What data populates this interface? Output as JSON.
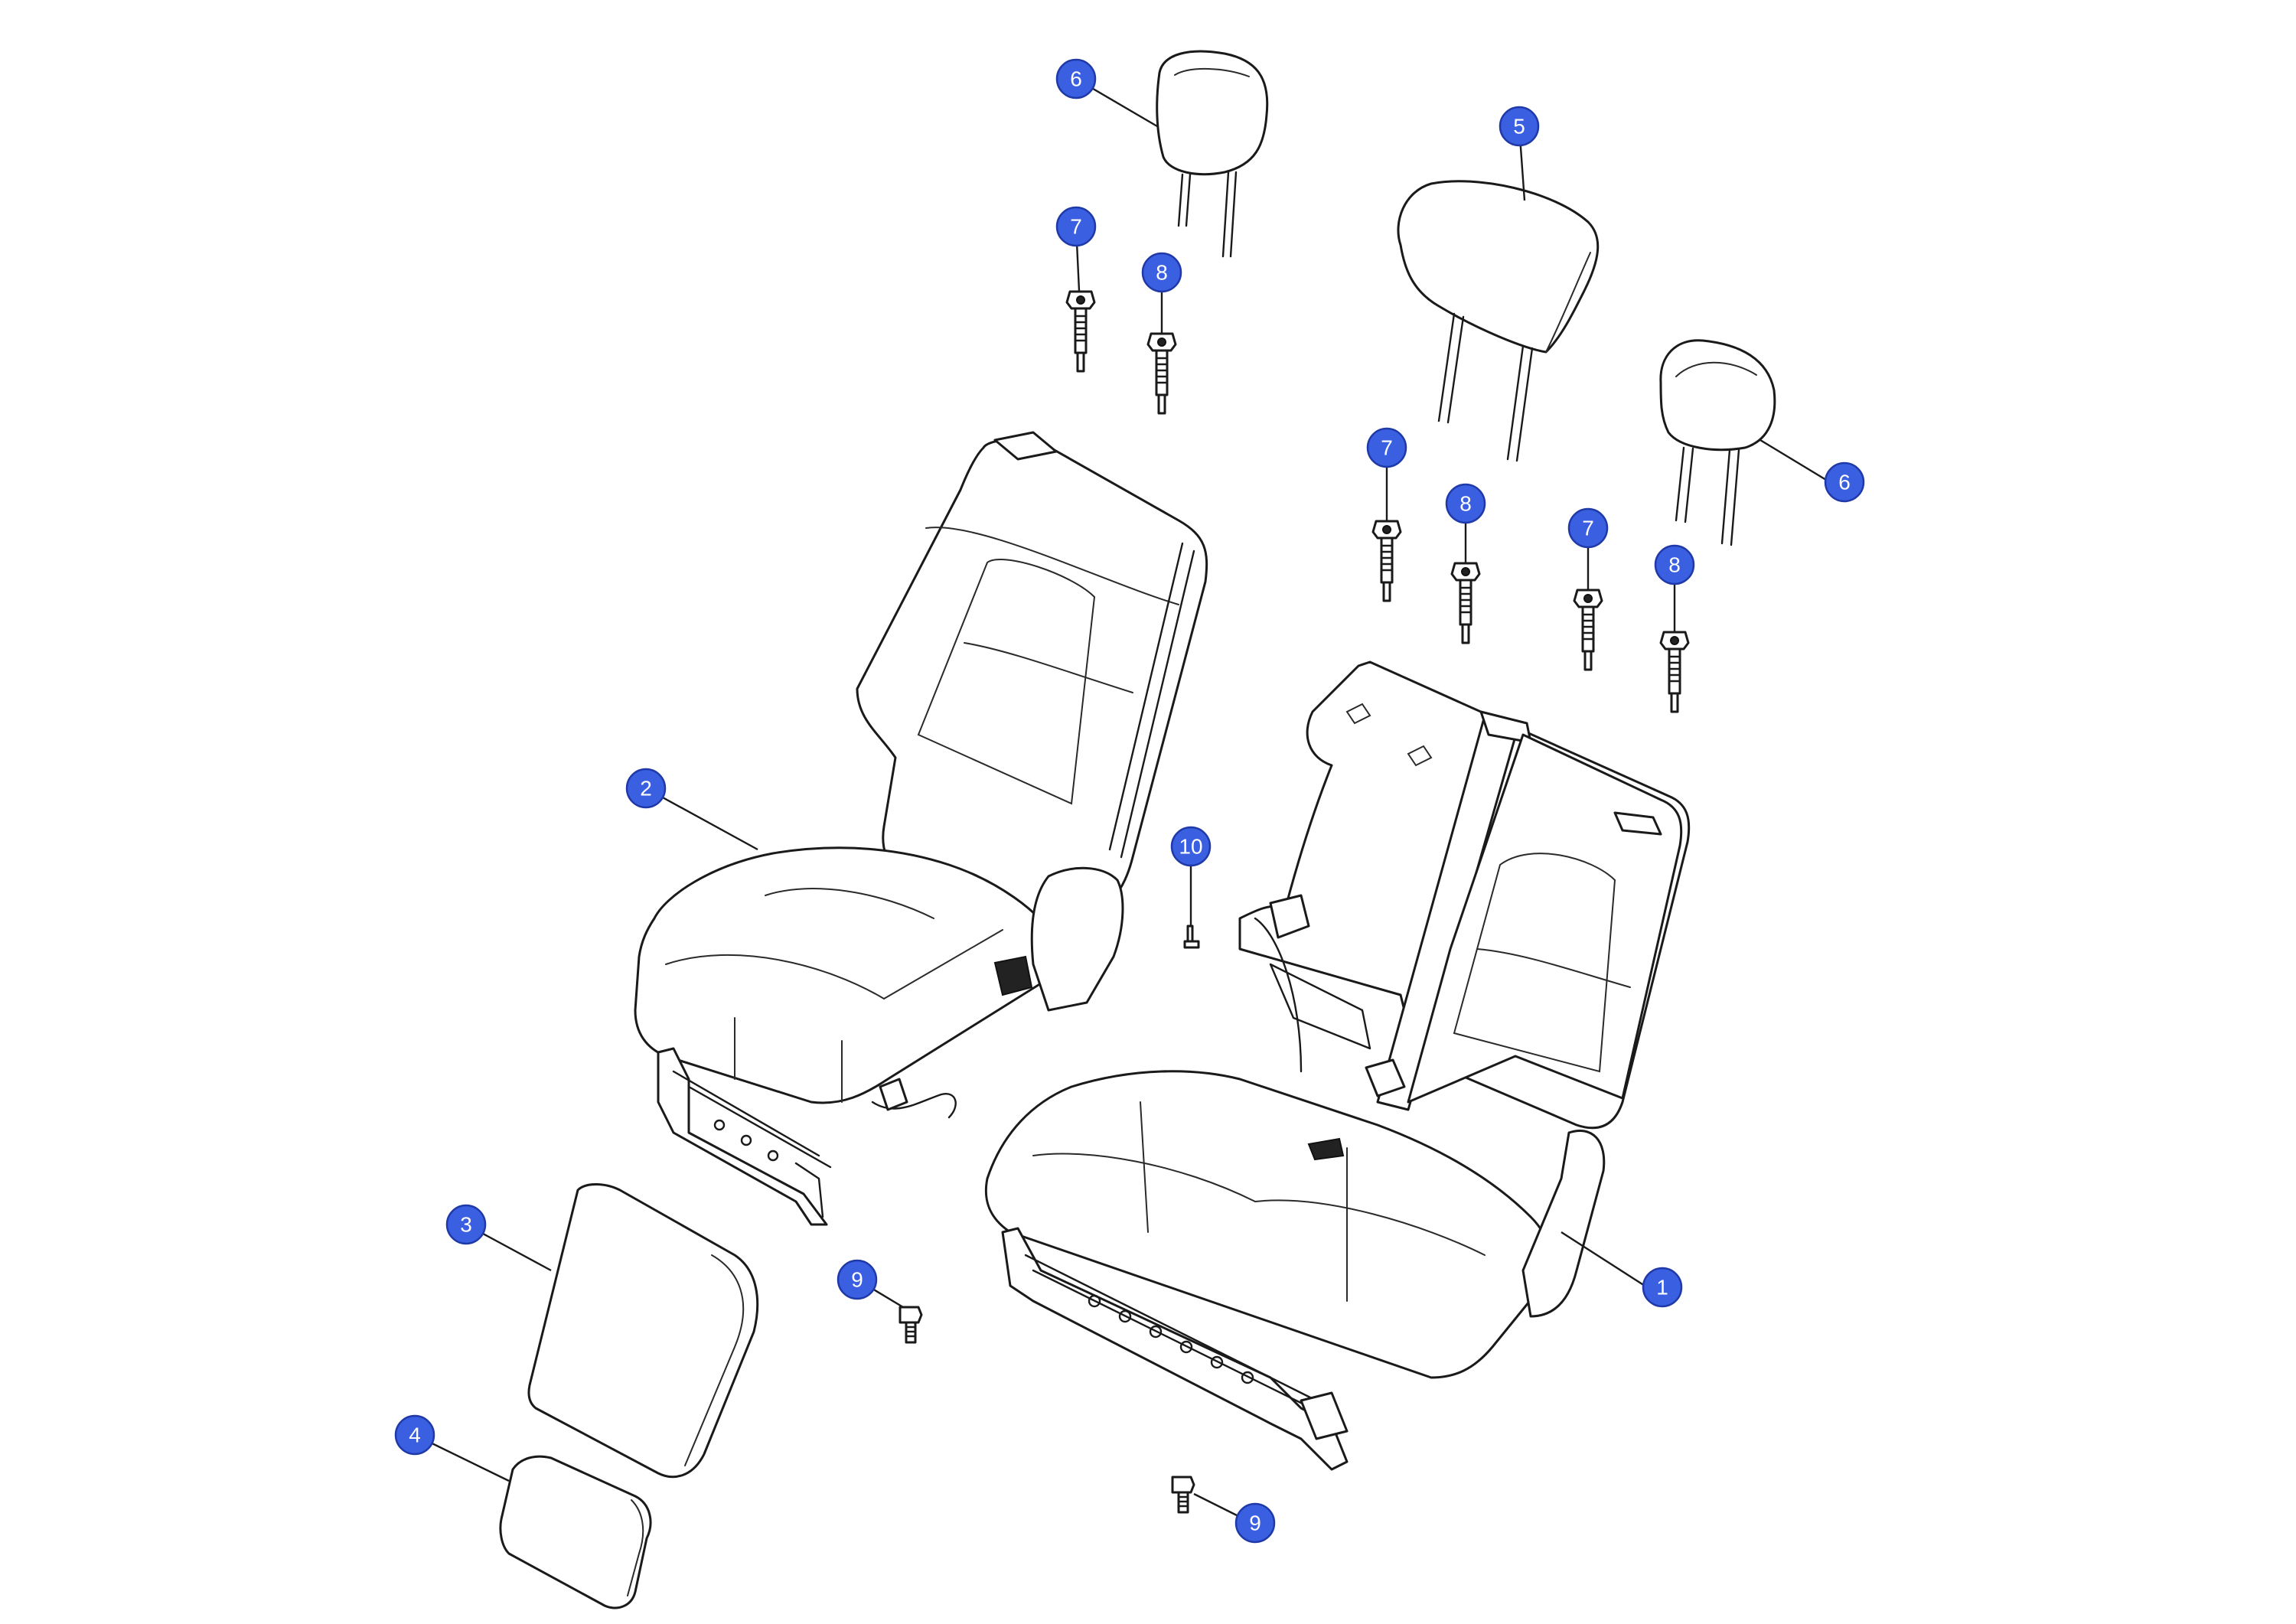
{
  "callouts": [
    {
      "id": "c1",
      "label": "1"
    },
    {
      "id": "c2",
      "label": "2"
    },
    {
      "id": "c3",
      "label": "3"
    },
    {
      "id": "c4",
      "label": "4"
    },
    {
      "id": "c5",
      "label": "5"
    },
    {
      "id": "c6a",
      "label": "6"
    },
    {
      "id": "c6b",
      "label": "6"
    },
    {
      "id": "c7a",
      "label": "7"
    },
    {
      "id": "c7b",
      "label": "7"
    },
    {
      "id": "c7c",
      "label": "7"
    },
    {
      "id": "c8a",
      "label": "8"
    },
    {
      "id": "c8b",
      "label": "8"
    },
    {
      "id": "c8c",
      "label": "8"
    },
    {
      "id": "c9a",
      "label": "9"
    },
    {
      "id": "c9b",
      "label": "9"
    },
    {
      "id": "c10",
      "label": "10"
    }
  ],
  "colors": {
    "callout_fill": "#3a5fe0",
    "line": "#1a1a1a",
    "background": "#ffffff"
  }
}
